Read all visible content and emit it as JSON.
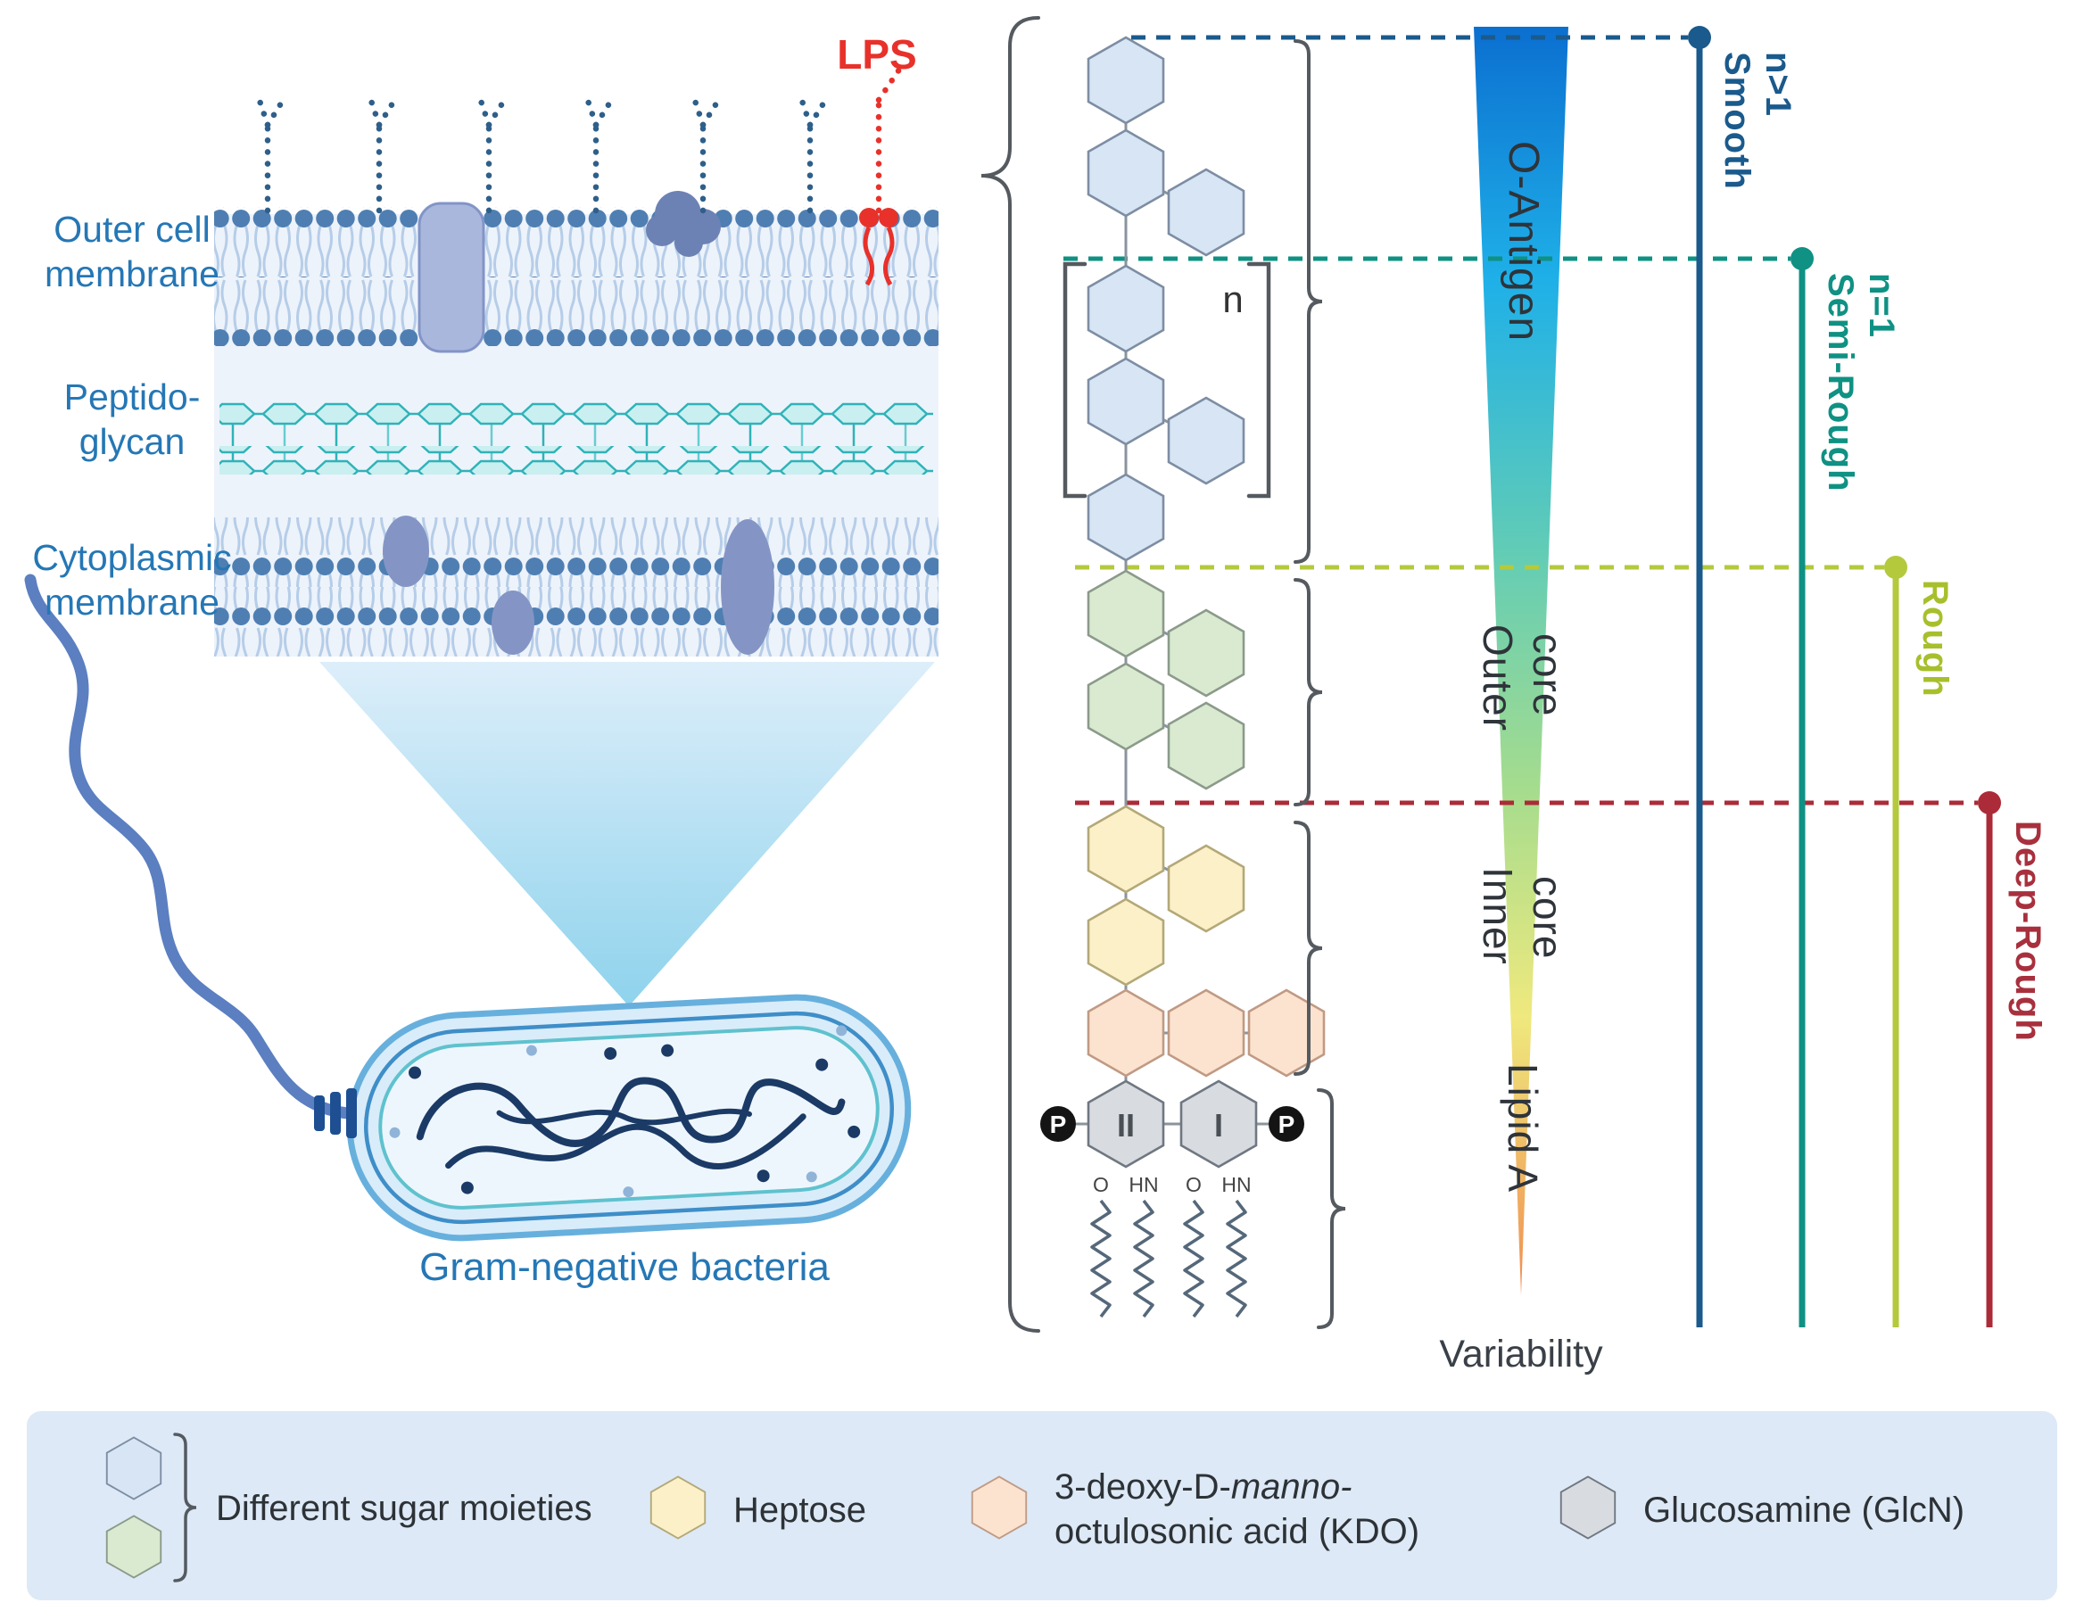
{
  "membrane": {
    "lps_label": "LPS",
    "outer_membrane_line1": "Outer cell",
    "outer_membrane_line2": "membrane",
    "peptidoglycan_line1": "Peptido-",
    "peptidoglycan_line2": "glycan",
    "cytoplasmic_line1": "Cytoplasmic",
    "cytoplasmic_line2": "membrane",
    "bacteria_label": "Gram-negative bacteria"
  },
  "structure": {
    "repeat_label": "n",
    "glcn_left": "II",
    "glcn_right": "I",
    "phosphate": "P",
    "ester": "O",
    "amide": "HN"
  },
  "gradient": {
    "o_antigen": "O-Antigen",
    "outer_core_word1": "Outer",
    "outer_core_word2": "core",
    "inner_core_word1": "Inner",
    "inner_core_word2": "core",
    "lipid_a": "Lipid A",
    "axis_label": "Variability"
  },
  "phenotypes": {
    "smooth": {
      "label": "Smooth",
      "sub": "n>1",
      "color": "#1a5a8c"
    },
    "semi_rough": {
      "label": "Semi-Rough",
      "sub": "n=1",
      "color": "#0f9183"
    },
    "rough": {
      "label": "Rough",
      "color": "#a8bf2c"
    },
    "deep_rough": {
      "label": "Deep-Rough",
      "color": "#a8303d"
    }
  },
  "legend": {
    "sugar": "Different sugar moieties",
    "heptose": "Heptose",
    "kdo_line1_normal": "3-deoxy-D-",
    "kdo_line1_italic": "manno-",
    "kdo_line2": "octulosonic acid (KDO)",
    "glcn": "Glucosamine (GlcN)"
  },
  "colors": {
    "label_blue": "#2577b5",
    "lps_red": "#e8312a",
    "hex_blue": "#d7e5f4",
    "hex_green": "#d9ead0",
    "hex_yellow": "#fcf0c8",
    "hex_peach": "#fce3cf",
    "hex_gray": "#d8dbe0",
    "legend_bg": "#dde9f6",
    "gradient_top": "#0b6fd0",
    "gradient_bottom": "#f08c50"
  }
}
